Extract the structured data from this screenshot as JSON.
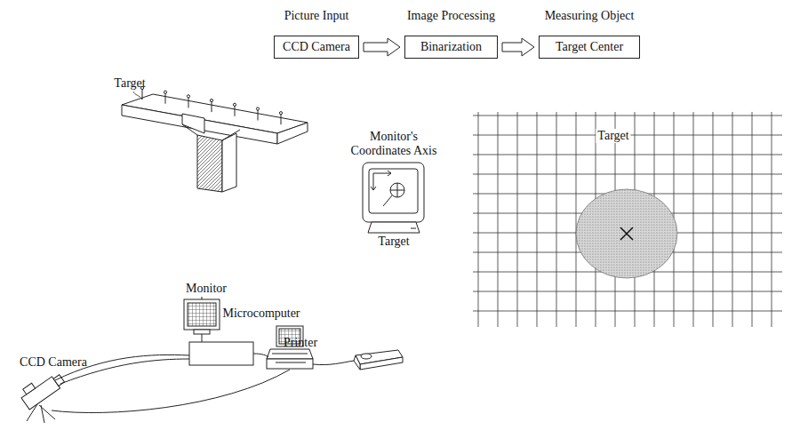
{
  "diagram": {
    "nodes": [
      {
        "text": [
          "Picture Input",
          "CCD Camera"
        ]
      },
      {
        "text": [
          "Image Processing",
          "Binarization"
        ]
      },
      {
        "text": [
          "Measuring Object",
          "Target Center"
        ]
      }
    ],
    "edges": [
      {
        "from": 0,
        "to": 1,
        "arrow": "to"
      },
      {
        "from": 1,
        "to": 2,
        "arrow": "to"
      }
    ],
    "labels": [
      "Target",
      "Monitor",
      "Microcomputer",
      "CCD Camera",
      "Printer",
      "Monitor's Coordinates Axis",
      "Target",
      "Target"
    ]
  }
}
